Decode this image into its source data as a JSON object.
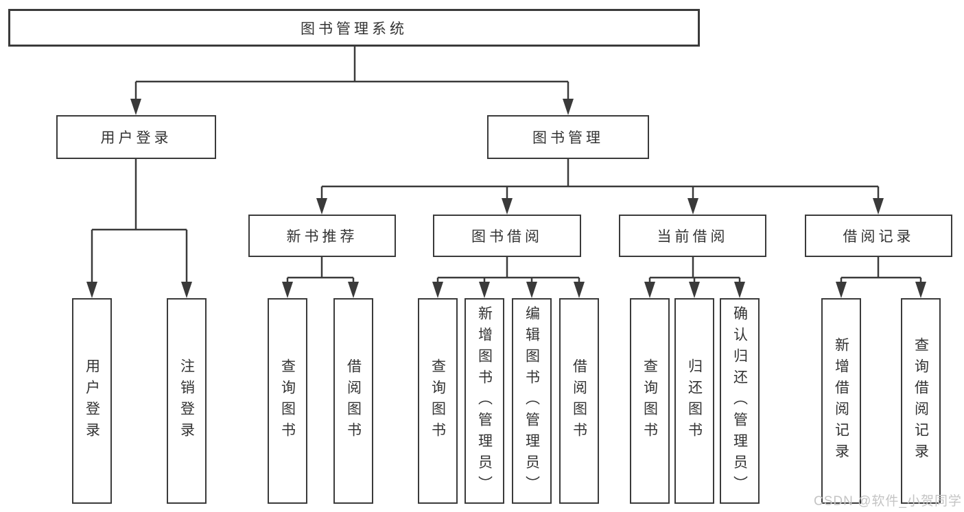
{
  "tree": {
    "root": "图书管理系统",
    "user_login": {
      "label": "用户登录",
      "children": [
        "用户登录",
        "注销登录"
      ]
    },
    "book_mgmt": {
      "label": "图书管理",
      "groups": [
        {
          "label": "新书推荐",
          "children": [
            "查询图书",
            "借阅图书"
          ]
        },
        {
          "label": "图书借阅",
          "children": [
            "查询图书",
            "新增图书（管理员）",
            "编辑图书（管理员）",
            "借阅图书"
          ]
        },
        {
          "label": "当前借阅",
          "children": [
            "查询图书",
            "归还图书",
            "确认归还（管理员）"
          ]
        },
        {
          "label": "借阅记录",
          "children": [
            "新增借阅记录",
            "查询借阅记录"
          ]
        }
      ]
    }
  },
  "watermark": "CSDN @软件_小贺同学",
  "colors": {
    "line": "#3a3a3a",
    "text": "#333333",
    "watermark": "#c4c4c4",
    "background": "#ffffff"
  }
}
